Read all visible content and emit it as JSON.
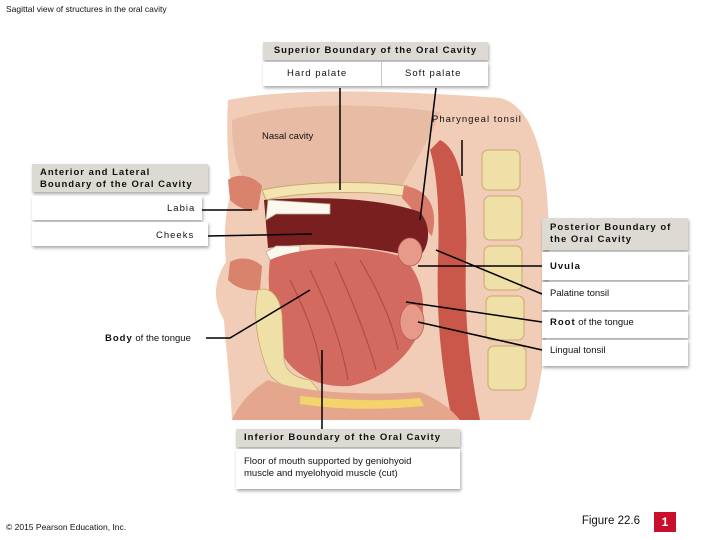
{
  "slide_title": "Sagittal view of structures in the oral cavity",
  "superior": {
    "header": "Superior Boundary of the Oral Cavity",
    "hard_palate": "Hard palate",
    "soft_palate": "Soft palate"
  },
  "nasal_cavity": "Nasal cavity",
  "pharyngeal_tonsil": "Pharyngeal tonsil",
  "anterior": {
    "header_line1": "Anterior and Lateral",
    "header_line2": "Boundary of the Oral Cavity",
    "labia": "Labia",
    "cheeks": "Cheeks"
  },
  "posterior": {
    "header_line1": "Posterior Boundary of",
    "header_line2": "the Oral Cavity",
    "uvula": "Uvula",
    "palatine_tonsil": "Palatine tonsil",
    "root_bold": "Root",
    "root_rest": " of the tongue",
    "lingual_tonsil": "Lingual tonsil"
  },
  "body_tongue": {
    "bold": "Body",
    "rest": " of the tongue"
  },
  "inferior": {
    "header": "Inferior Boundary of the Oral Cavity",
    "floor_line1": "Floor of mouth supported by geniohyoid",
    "floor_line2": "muscle and myelohyoid muscle (cut)"
  },
  "copyright": "© 2015 Pearson Education, Inc.",
  "figure_label": "Figure 22.6",
  "page_number": "1",
  "colors": {
    "accent": "#c8102e",
    "header_bg": "#ddd9d3"
  }
}
